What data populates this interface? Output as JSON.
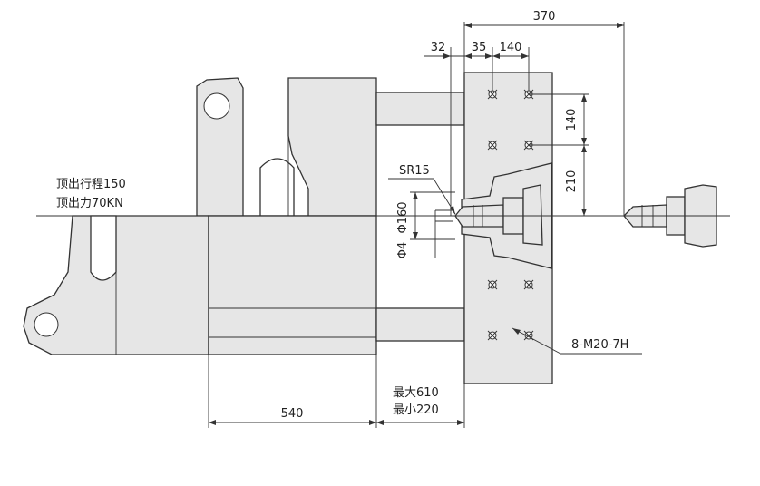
{
  "dimensions": {
    "top_overall": "370",
    "top_a": "32",
    "top_b": "35",
    "top_c": "140",
    "right_upper": "140",
    "right_lower": "210",
    "nozzle_radius": "SR15",
    "dia_large": "Φ160",
    "dia_small": "Φ4",
    "bottom_width": "540",
    "stroke_max": "最大610",
    "stroke_min": "最小220",
    "bolt_holes": "8-M20-7H"
  },
  "ejector": {
    "stroke": "顶出行程150",
    "force": "顶出力70KN"
  }
}
